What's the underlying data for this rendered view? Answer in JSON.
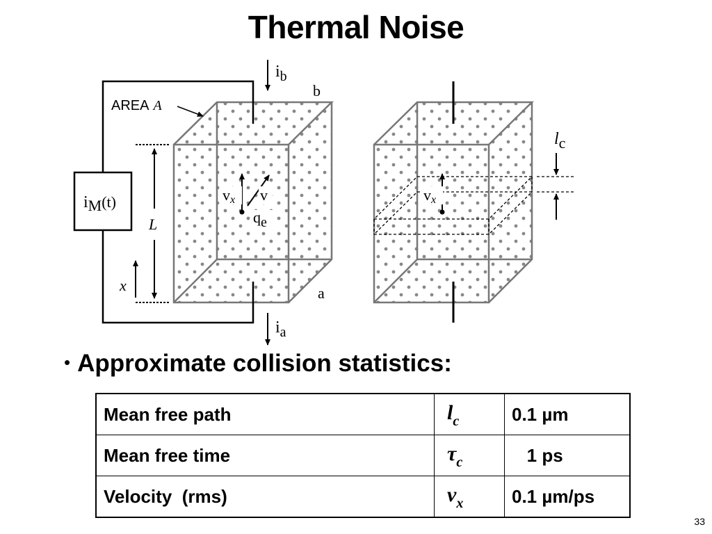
{
  "title": "Thermal Noise",
  "figure": {
    "area_label": "AREA",
    "area_symbol": "A",
    "length_symbol": "L",
    "x_symbol": "x",
    "meter_label": "i",
    "meter_sub": "M",
    "meter_suffix": "(t)",
    "ib_main": "i",
    "ib_sub": "b",
    "ia_main": "i",
    "ia_sub": "a",
    "node_b": "b",
    "node_a": "a",
    "vx_main": "v",
    "vx_sub": "x",
    "v_label": "v",
    "qe_main": "q",
    "qe_sub": "e",
    "vx2_main": "v",
    "vx2_sub": "x",
    "lc_main": "l",
    "lc_sub": "c"
  },
  "bullet_marker": "•",
  "bullet": "Approximate collision statistics:",
  "table": {
    "rows": [
      {
        "name": "Mean free path",
        "symbol": "l",
        "symbol_sub": "c",
        "value": "0.1 µm"
      },
      {
        "name": "Mean free time",
        "symbol": "τ",
        "symbol_sub": "c",
        "value": "   1 ps"
      },
      {
        "name": "Velocity  (rms)",
        "symbol": "v",
        "symbol_sub": "x",
        "value": "0.1 µm/ps"
      }
    ]
  },
  "page_number": "33"
}
